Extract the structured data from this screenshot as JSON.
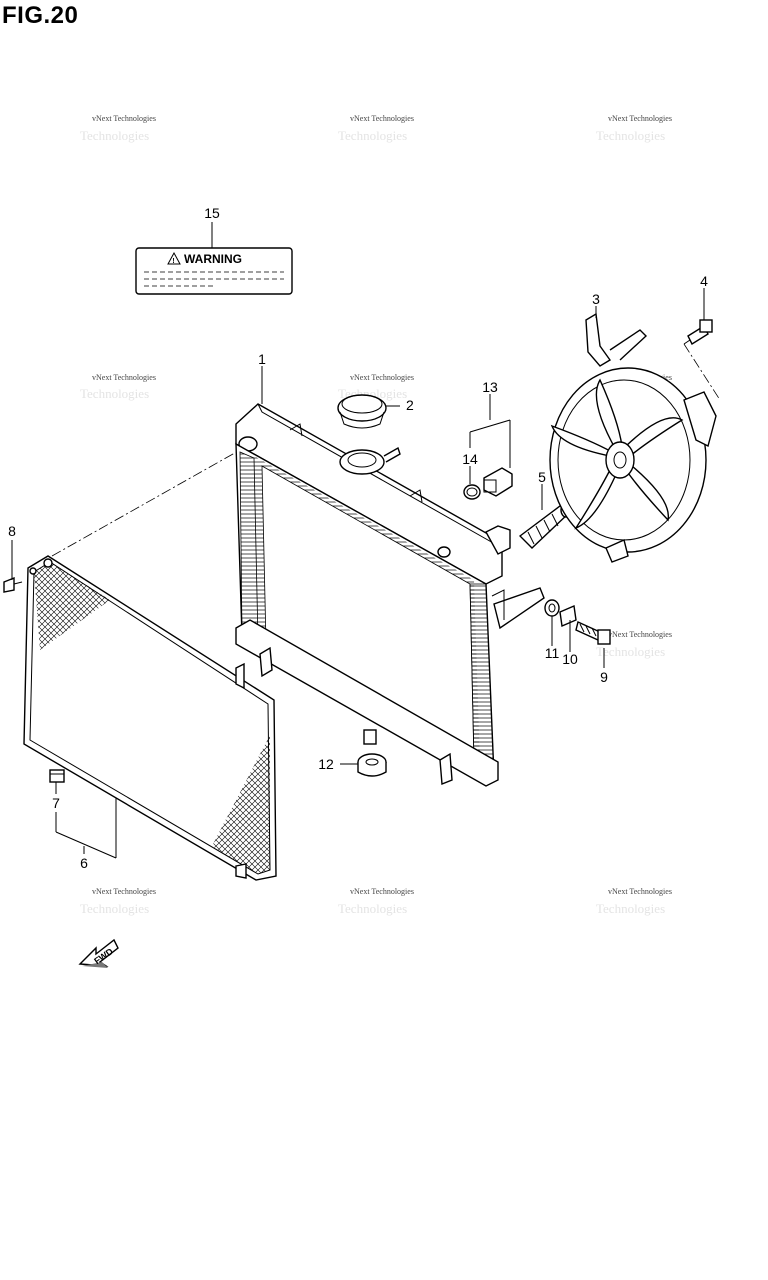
{
  "figure": {
    "title": "FIG.20"
  },
  "watermark": {
    "text": "vNext Technologies",
    "ghost_text": "Technologies"
  },
  "warning_label": {
    "text": "WARNING",
    "symbol": "warning-triangle-icon"
  },
  "fwd_arrow": {
    "text": "FWD"
  },
  "callouts": [
    {
      "id": "c1",
      "label": "1"
    },
    {
      "id": "c2",
      "label": "2"
    },
    {
      "id": "c3",
      "label": "3"
    },
    {
      "id": "c4",
      "label": "4"
    },
    {
      "id": "c5",
      "label": "5"
    },
    {
      "id": "c6",
      "label": "6"
    },
    {
      "id": "c7",
      "label": "7"
    },
    {
      "id": "c8",
      "label": "8"
    },
    {
      "id": "c9",
      "label": "9"
    },
    {
      "id": "c10",
      "label": "10"
    },
    {
      "id": "c11",
      "label": "11"
    },
    {
      "id": "c12",
      "label": "12"
    },
    {
      "id": "c13",
      "label": "13"
    },
    {
      "id": "c14",
      "label": "14"
    },
    {
      "id": "c15",
      "label": "15"
    }
  ]
}
